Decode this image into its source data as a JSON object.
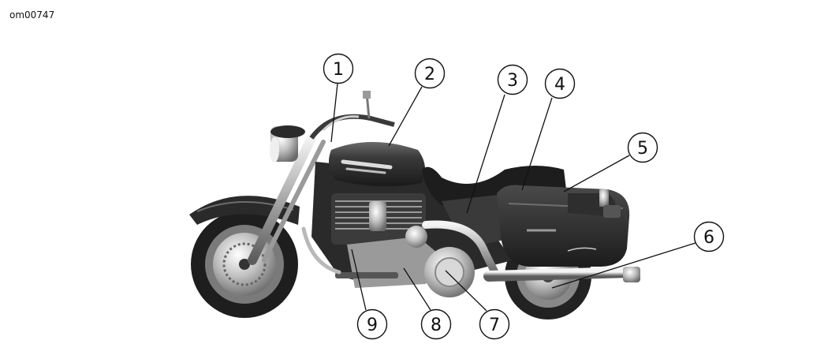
{
  "figure_id": "om00747",
  "callouts": [
    {
      "number": "1",
      "part": "callout-1"
    },
    {
      "number": "2",
      "part": "callout-2"
    },
    {
      "number": "3",
      "part": "callout-3"
    },
    {
      "number": "4",
      "part": "callout-4"
    },
    {
      "number": "5",
      "part": "callout-5"
    },
    {
      "number": "6",
      "part": "callout-6"
    },
    {
      "number": "7",
      "part": "callout-7"
    },
    {
      "number": "8",
      "part": "callout-8"
    },
    {
      "number": "9",
      "part": "callout-9"
    }
  ]
}
